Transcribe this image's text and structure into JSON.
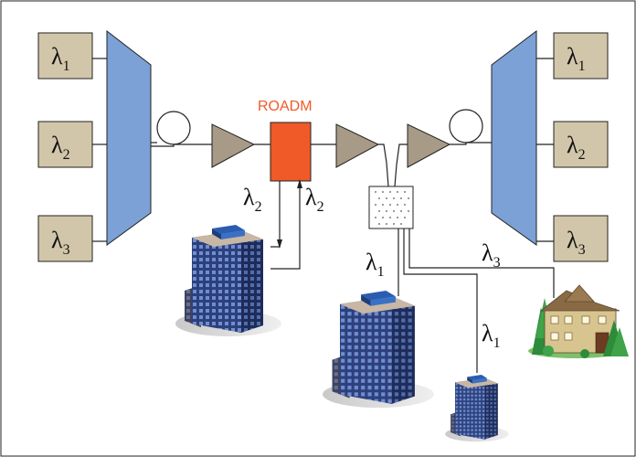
{
  "roadm": {
    "label": "ROADM"
  },
  "lambda_symbol": "λ",
  "labels": {
    "mux_in": [
      "1",
      "2",
      "3"
    ],
    "demux_out": [
      "1",
      "2",
      "3"
    ],
    "drop": "2",
    "add": "2",
    "splitter_to_building": "1",
    "splitter_to_small_building": "1",
    "splitter_to_house": "3"
  },
  "colors": {
    "mux": "#7ba1d6",
    "amplifier": "#a79a86",
    "roadm": "#f05a28",
    "lambda_box": "#d2c6aa",
    "border": "#222222"
  }
}
